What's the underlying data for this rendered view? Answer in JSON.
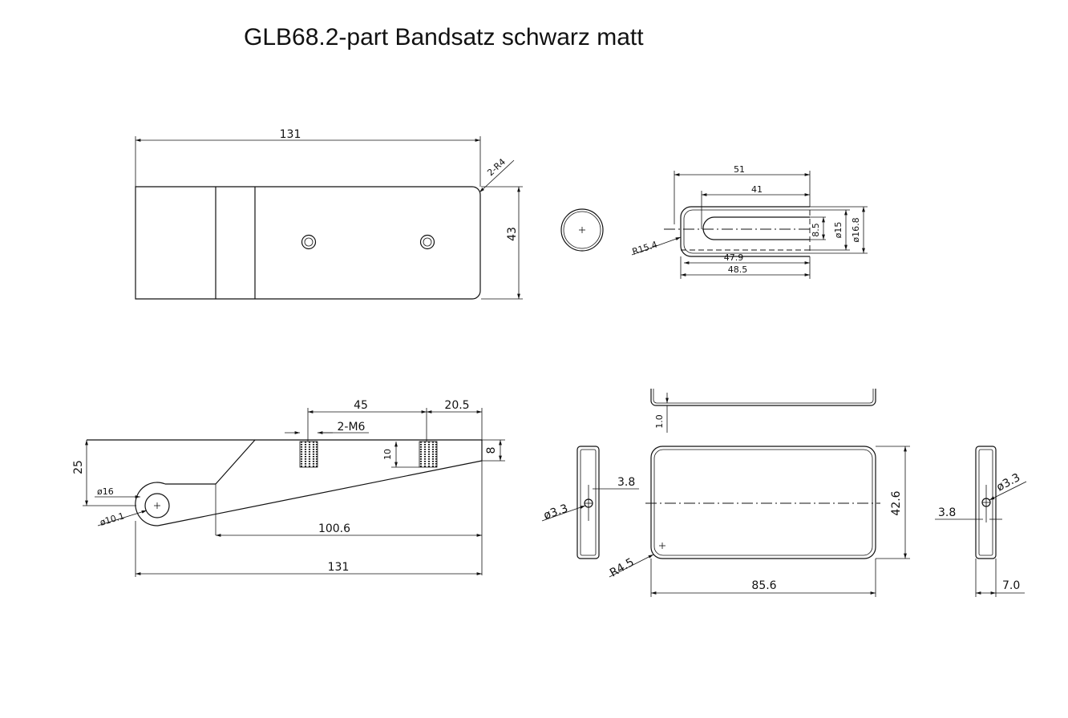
{
  "title": "GLB68.2-part Bandsatz schwarz matt",
  "dimensions": {
    "top_length": "131",
    "top_radius": "2-R4",
    "top_height": "43",
    "cap_length_51": "51",
    "cap_length_41": "41",
    "cap_radius": "R15.4",
    "cap_dia_85": "8.5",
    "cap_dia_15": "ø15",
    "cap_dia_168": "ø16.8",
    "cap_len_479": "47.9",
    "cap_len_485": "48.5",
    "side_45": "45",
    "side_205": "20.5",
    "side_thread": "2-M6",
    "side_10": "10",
    "side_8": "8",
    "side_25": "25",
    "side_dia16": "ø16",
    "side_dia101": "ø10.1",
    "side_1006": "100.6",
    "side_131": "131",
    "plate_thk": "1.0",
    "plate_38_left": "3.8",
    "plate_dia33_left": "ø3.3",
    "plate_426": "42.6",
    "plate_r45": "R4.5",
    "plate_856": "85.6",
    "plate_dia33_right": "ø3.3",
    "plate_38_right": "3.8",
    "plate_70": "7.0"
  }
}
